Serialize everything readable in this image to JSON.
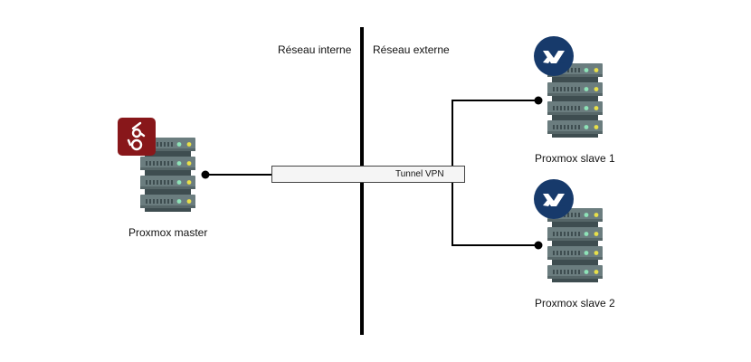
{
  "labels": {
    "internal_network": "Réseau interne",
    "external_network": "Réseau externe",
    "tunnel": "Tunnel VPN",
    "master": "Proxmox master",
    "slave1": "Proxmox slave 1",
    "slave2": "Proxmox slave 2"
  },
  "icons": {
    "master_badge": "wireguard-icon",
    "slave_badge": "proxmox-ve-icon",
    "server": "server-rack-icon"
  },
  "colors": {
    "wireguard_red": "#88171a",
    "proxmox_navy": "#173a6b",
    "server_body": "#6b7d7f",
    "server_dark": "#3e4d50",
    "led_green": "#8ee3b8",
    "led_yellow": "#e8e04a",
    "line": "#000000"
  }
}
